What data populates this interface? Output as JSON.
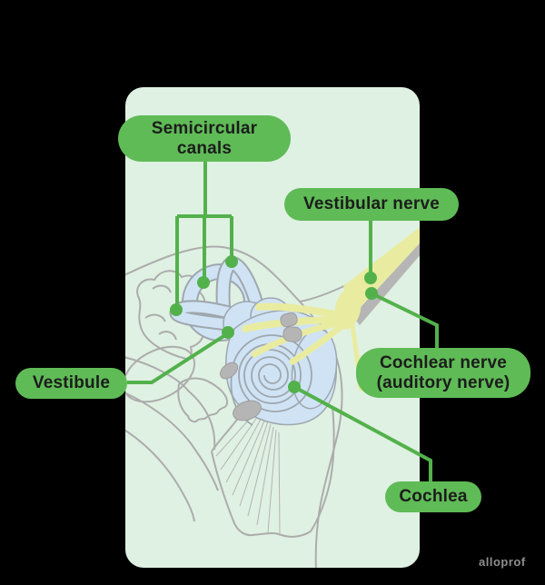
{
  "diagram": {
    "subject": "Inner ear anatomy",
    "labels": {
      "semicircular_canals": "Semicircular canals",
      "vestibular_nerve": "Vestibular nerve",
      "vestibule": "Vestibule",
      "cochlear_nerve": "Cochlear nerve (auditory nerve)",
      "cochlea": "Cochlea"
    },
    "parts": [
      "semicircular-canals",
      "vestibule",
      "vestibular-nerve",
      "cochlear-nerve",
      "cochlea",
      "temporal-bone-outline",
      "ear-canal"
    ],
    "colors": {
      "background": "#000000",
      "card": "#dff1e2",
      "label_pill": "#5fbb56",
      "connector": "#53b14b",
      "label_text": "#1c1c1c",
      "anatomy_outline": "#acacac",
      "inner_ear_blue": "#cfe3f5",
      "nerve_yellow": "#e9eca0",
      "bone_gray": "#b5b5b5",
      "watermark_gray": "#8f8f8f"
    }
  },
  "watermark": {
    "text": "alloprof"
  }
}
